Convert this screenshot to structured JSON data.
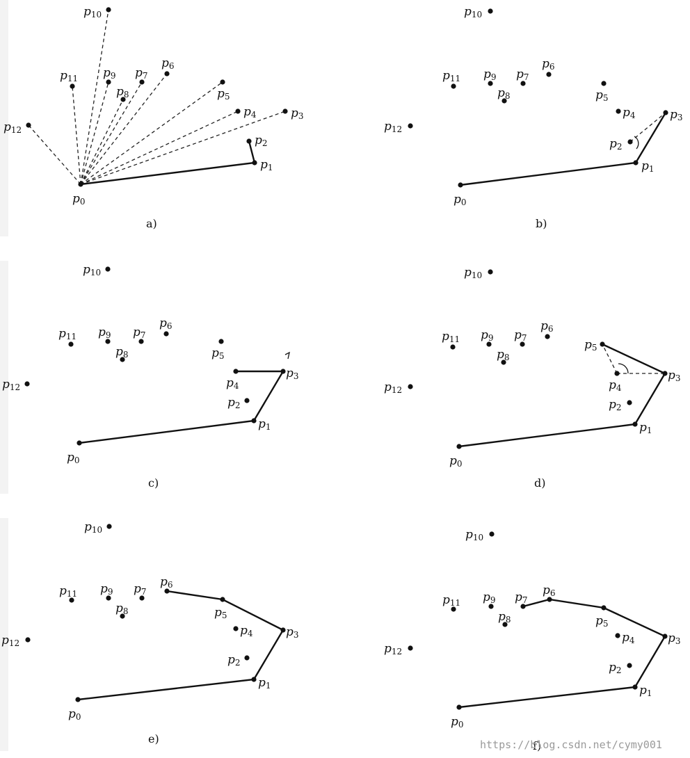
{
  "captions": [
    "a)",
    "b)",
    "c)",
    "d)",
    "e)",
    "f)"
  ],
  "watermark": "https://blog.csdn.net/cymy001",
  "points": [
    "p0",
    "p1",
    "p2",
    "p3",
    "p4",
    "p5",
    "p6",
    "p7",
    "p8",
    "p9",
    "p10",
    "p11",
    "p12"
  ],
  "panels": [
    {
      "id": "a",
      "hull": [
        "p0",
        "p1",
        "p2"
      ],
      "dashed_rays_from": "p0",
      "dashed_rays_to": [
        "p3",
        "p4",
        "p5",
        "p6",
        "p7",
        "p8",
        "p9",
        "p10",
        "p11",
        "p12"
      ]
    },
    {
      "id": "b",
      "hull": [
        "p0",
        "p1",
        "p3"
      ],
      "dashed": [
        [
          "p2",
          "p3"
        ]
      ],
      "angle_at": "p2"
    },
    {
      "id": "c",
      "hull": [
        "p0",
        "p1",
        "p3",
        "p4"
      ]
    },
    {
      "id": "d",
      "hull": [
        "p0",
        "p1",
        "p3",
        "p5"
      ],
      "dashed": [
        [
          "p4",
          "p5"
        ],
        [
          "p4",
          "p3"
        ]
      ],
      "angle_at": "p4"
    },
    {
      "id": "e",
      "hull": [
        "p0",
        "p1",
        "p3",
        "p5",
        "p6"
      ]
    },
    {
      "id": "f",
      "hull": [
        "p0",
        "p1",
        "p3",
        "p5",
        "p6",
        "p7"
      ]
    }
  ]
}
